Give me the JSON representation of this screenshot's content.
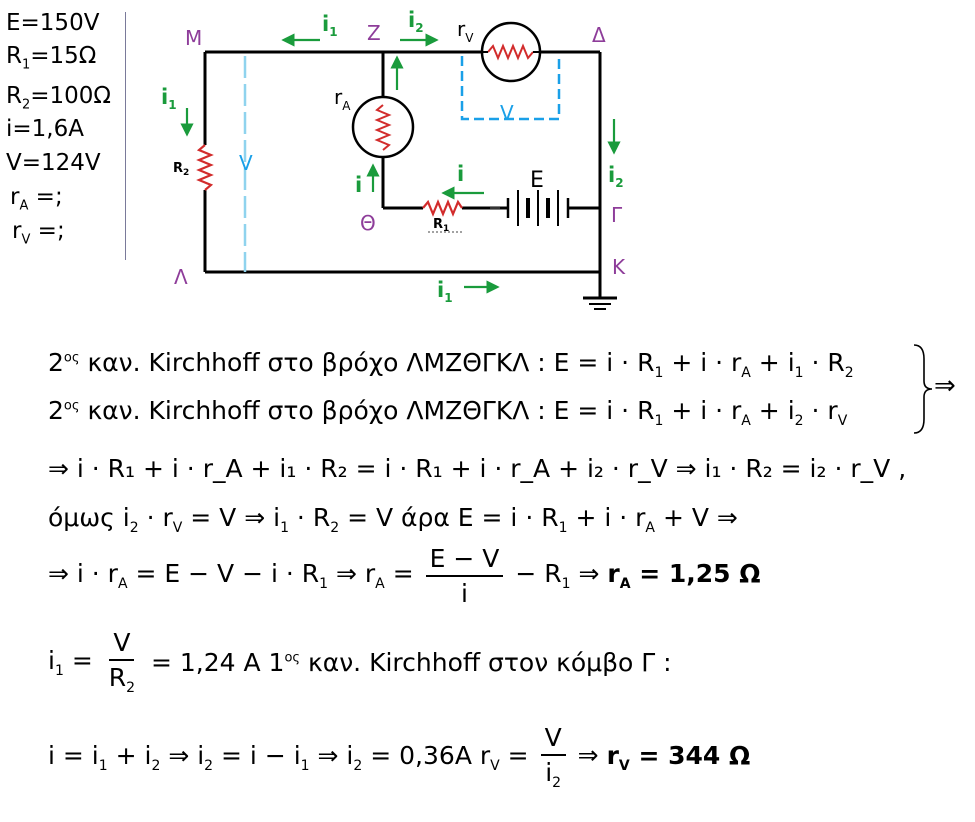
{
  "given": {
    "E": "E=150V",
    "R1_base": "R",
    "R1_sub": "1",
    "R1_rest": "=15Ω",
    "R2_base": "R",
    "R2_sub": "2",
    "R2_rest": "=100Ω",
    "i": "i=1,6A",
    "V": "V=124V",
    "rA_base": "r",
    "rA_sub": "A",
    "rA_rest": " =;",
    "rV_base": "r",
    "rV_sub": "V",
    "rV_rest": " =;"
  },
  "circuit": {
    "nodes": {
      "M": "Μ",
      "Z": "Ζ",
      "D": "Δ",
      "L": "Λ",
      "Th": "Θ",
      "G": "Γ",
      "K": "Κ"
    },
    "labels": {
      "i": "i",
      "i1": "i",
      "i1_sub": "1",
      "i2": "i",
      "i2_sub": "2",
      "rV": "r",
      "rV_sub": "V",
      "rA": "r",
      "rA_sub": "A",
      "R2": "R",
      "R2_sub": "2",
      "R1": "R",
      "R1_sub": "1",
      "V": "V",
      "E": "E"
    },
    "colors": {
      "wire": "#000000",
      "resistor": "#d22c2c",
      "current": "#1a9b3c",
      "node": "#8e3d9a",
      "voltmeter": "#1aa0e8"
    }
  },
  "solution": {
    "l1_pre": "2",
    "l1_sup": "ος",
    "l1_text": " καν. Kirchhoff στο βρόχο ΛΜΖΘΓΚΛ : E = i · R",
    "l1_a": "1",
    "l1_b": " + i · r",
    "l1_c": "A",
    "l1_d": " + i",
    "l1_e": "1",
    "l1_f": " · R",
    "l1_g": "2",
    "l2_pre": "2",
    "l2_sup": "ος",
    "l2_text": " καν. Kirchhoff στο βρόχο ΛΜΖΘΓΚΛ : E = i · R",
    "l2_a": "1",
    "l2_b": " + i · r",
    "l2_c": "A",
    "l2_d": " + i",
    "l2_e": "2",
    "l2_f": " · r",
    "l2_g": "V",
    "implies": "⇒",
    "l3": "⇒ i · R₁ + i · r_A + i₁ · R₂ = i · R₁ + i · r_A + i₂ · r_V ⇒ i₁ · R₂ = i₂ · r_V   ,",
    "l4_a": "όμως  i",
    "l4_b": "2",
    "l4_c": " · r",
    "l4_d": "V",
    "l4_e": " = V ⇒ i",
    "l4_f": "1",
    "l4_g": " · R",
    "l4_h": "2",
    "l4_i": " = V     άρα  E = i · R",
    "l4_j": "1",
    "l4_k": " + i · r",
    "l4_l": "A",
    "l4_m": " + V ⇒",
    "l5_a": "⇒ i · r",
    "l5_b": "A",
    "l5_c": " = E − V − i · R",
    "l5_d": "1",
    "l5_e": " ⇒ r",
    "l5_f": "A",
    "l5_g": " =",
    "l5_num": "E − V",
    "l5_den": "i",
    "l5_h": "− R",
    "l5_i": "1",
    "l5_j": " ⇒ ",
    "l5_res": "r",
    "l5_res_sub": "A",
    "l5_res_val": " = 1,25 Ω",
    "l6_a": "i",
    "l6_b": "1",
    "l6_c": " =",
    "l6_num": "V",
    "l6_den": "R",
    "l6_den_sub": "2",
    "l6_d": "= 1,24 A     1",
    "l6_sup": "ος",
    "l6_e": " καν. Kirchhoff στον κόμβο Γ :",
    "l7_a": "i = i",
    "l7_b": "1",
    "l7_c": " + i",
    "l7_d": "2",
    "l7_e": " ⇒ i",
    "l7_f": "2",
    "l7_g": " = i − i",
    "l7_h": "1",
    "l7_i": " ⇒ i",
    "l7_j": "2",
    "l7_k": " = 0,36A     r",
    "l7_l": "V",
    "l7_m": " =",
    "l7_num": "V",
    "l7_den": "i",
    "l7_den_sub": "2",
    "l7_n": "⇒ ",
    "l7_res": "r",
    "l7_res_sub": "V",
    "l7_res_val": " = 344 Ω"
  }
}
